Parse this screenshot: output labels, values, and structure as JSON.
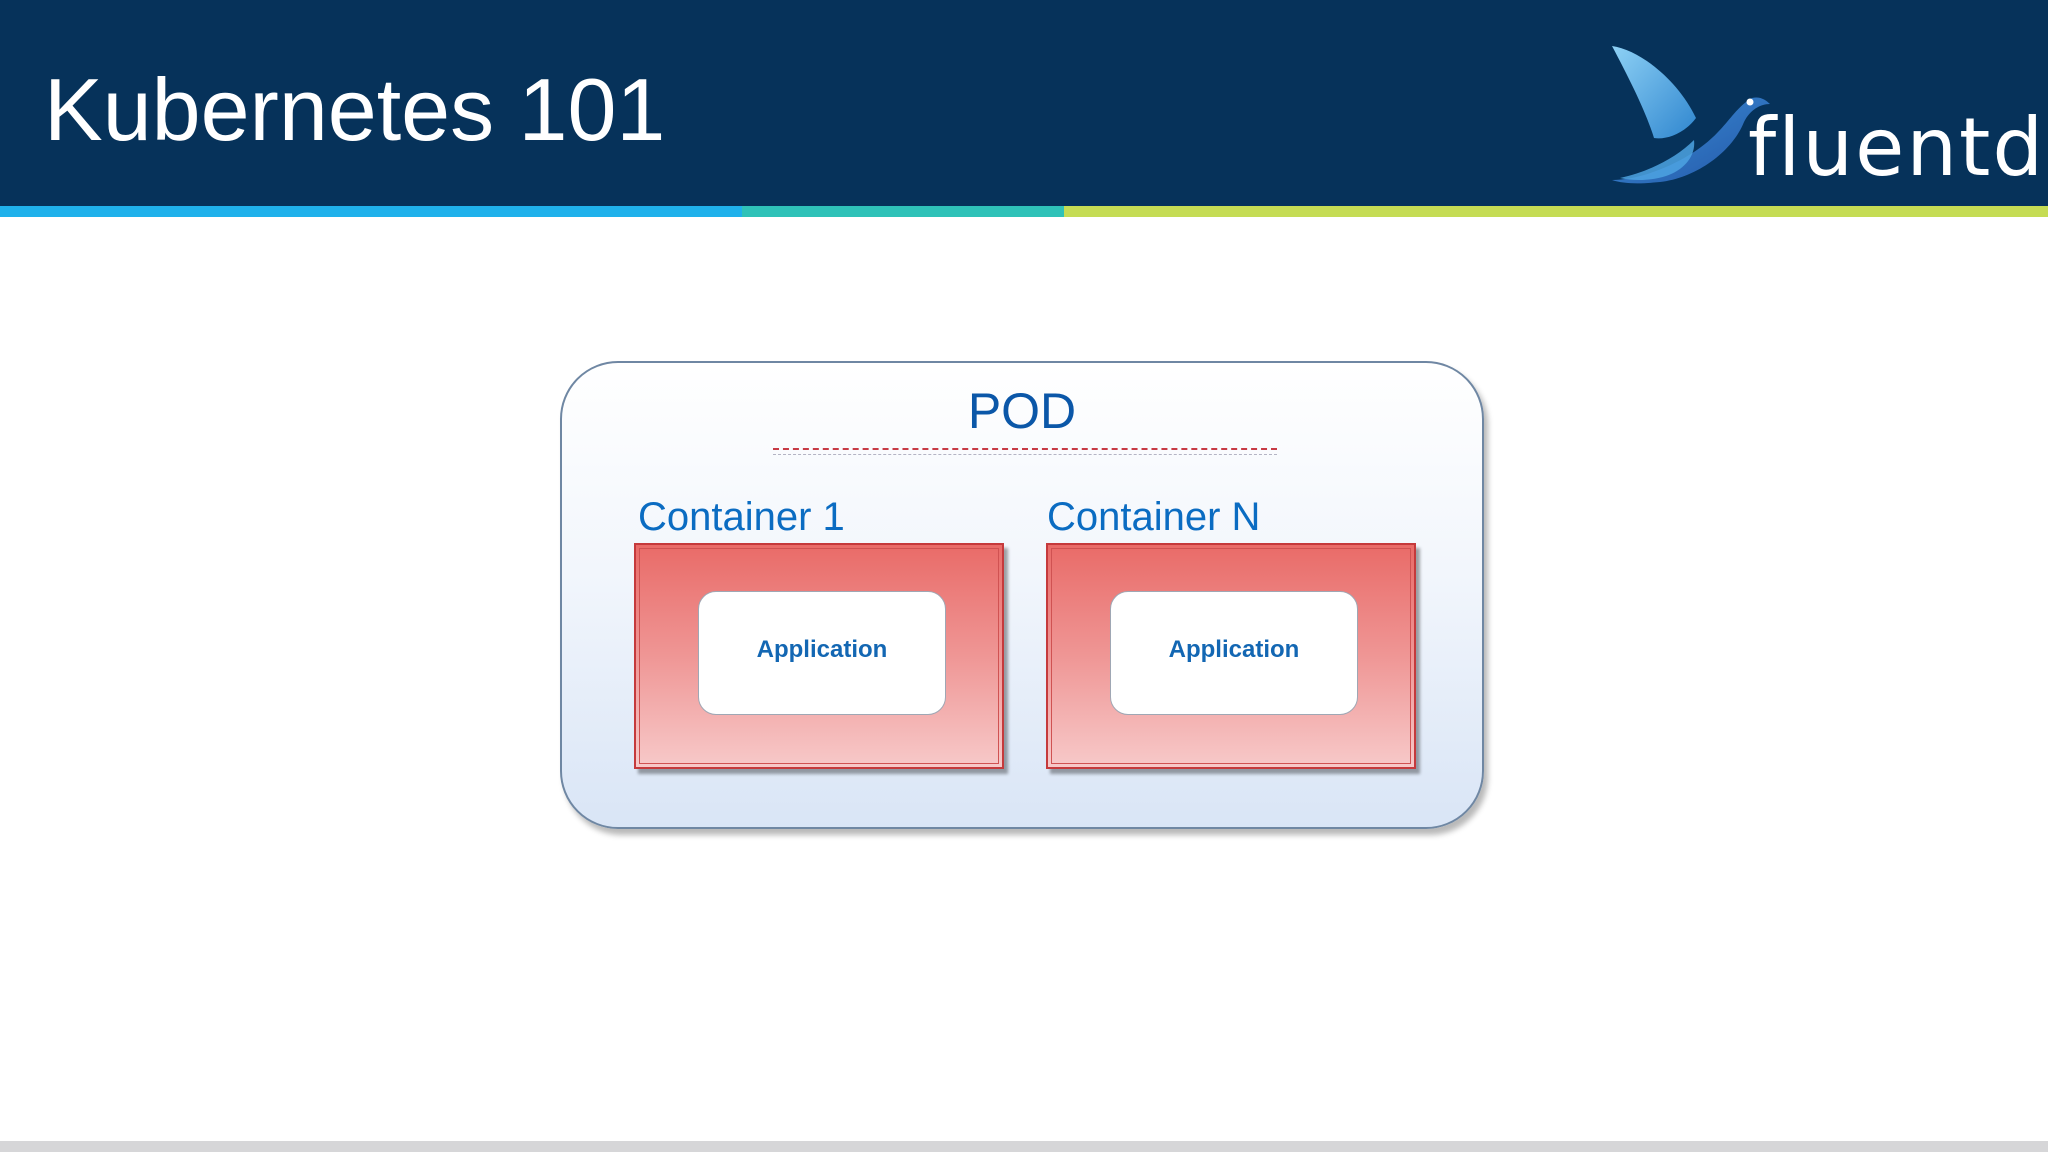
{
  "slide": {
    "title": "Kubernetes 101"
  },
  "brand": {
    "logo_text": "fluentd",
    "logo_icon": "bird-icon"
  },
  "colors": {
    "header_bg": "#06325a",
    "accent_blue": "#1fb1eb",
    "accent_teal": "#2fc2b8",
    "accent_green": "#c5dc54",
    "pod_border": "#6f87a3",
    "container_red": "#e96b68",
    "label_blue": "#0b57a8"
  },
  "diagram": {
    "pod": {
      "label": "POD",
      "containers": [
        {
          "label": "Container 1",
          "app": "Application"
        },
        {
          "label": "Container N",
          "app": "Application"
        }
      ]
    }
  }
}
